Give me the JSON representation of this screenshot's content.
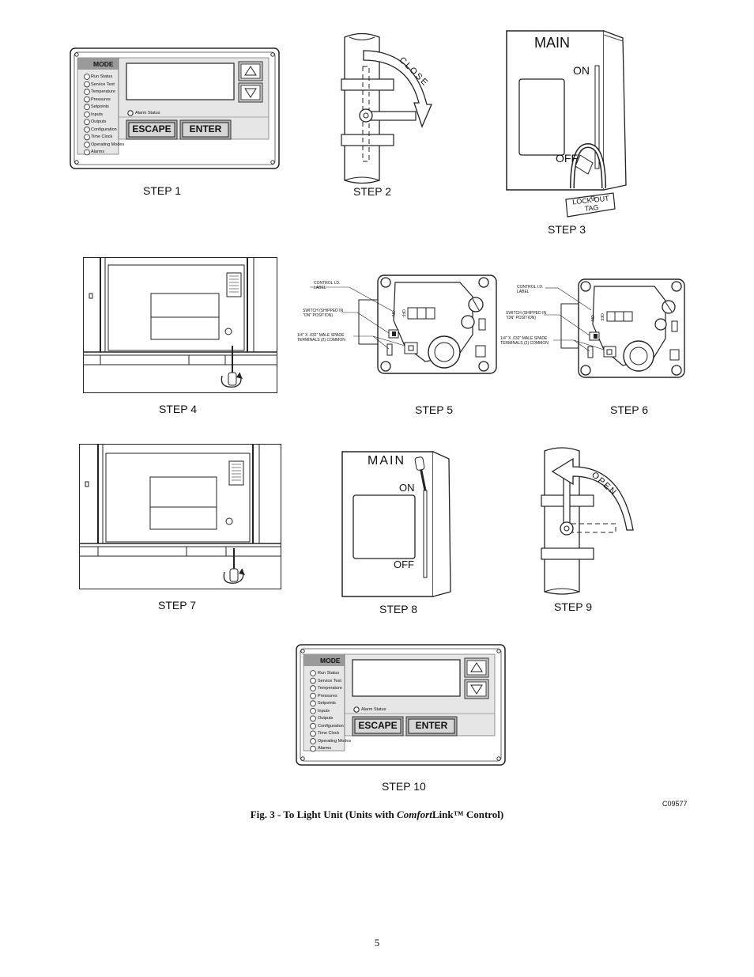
{
  "panel": {
    "mode_label": "MODE",
    "items": [
      "Run Status",
      "Service Test",
      "Temperature",
      "Pressures",
      "Setpoints",
      "Inputs",
      "Outputs",
      "Configuration",
      "Time Clock",
      "Operating Modes",
      "Alarms"
    ],
    "alarm_status": "Alarm Status",
    "escape_label": "ESCAPE",
    "enter_label": "ENTER"
  },
  "steps": [
    "STEP 1",
    "STEP 2",
    "STEP 3",
    "STEP 4",
    "STEP 5",
    "STEP 6",
    "STEP 7",
    "STEP 8",
    "STEP 9",
    "STEP 10"
  ],
  "valve": {
    "close_label": "CLOSE",
    "open_label": "OPEN"
  },
  "switch_box": {
    "main_label": "MAIN",
    "main_label_step8": "MAIN",
    "on_label": "ON",
    "off_label": "OFF",
    "lockout_line1": "LOCK-OUT",
    "lockout_line2": "TAG"
  },
  "gas_valve": {
    "control_id_line1": "CONTROL I.D.",
    "control_id_line2": "LABEL",
    "switch_line1": "SWITCH (SHIPPED IN",
    "switch_line2": "\"ON\" POSITION)",
    "terminals_line1": "1/4\" X .032\" MALE SPADE",
    "terminals_line2": "TERMINALS (2) COMMON",
    "on": "ON",
    "off": "OFF"
  },
  "figure": {
    "caption_prefix": "Fig. 3 - To Light Unit (Units with ",
    "caption_italic": "Comfort",
    "caption_suffix": "Link™ Control)",
    "code": "C09577"
  },
  "page_number": "5"
}
